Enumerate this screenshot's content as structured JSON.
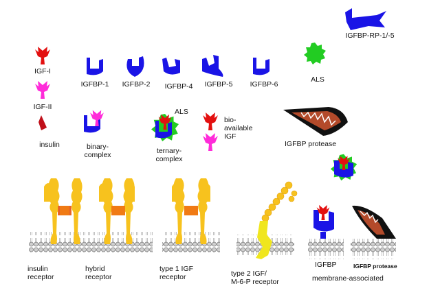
{
  "legend": {
    "igf1": "IGF-I",
    "igf2": "IGF-II",
    "insulin": "insulin",
    "igfbp1": "IGFBP-1",
    "igfbp2": "IGFBP-2",
    "igfbp4": "IGFBP-4",
    "igfbp5": "IGFBP-5",
    "igfbp6": "IGFBP-6",
    "igfbp_rp": "IGFBP-RP-1/-5",
    "als": "ALS",
    "binary": "binary-\ncomplex",
    "ternary_als": "ALS",
    "ternary": "ternary-\ncomplex",
    "bioavailable": "bio-\navailable\nIGF",
    "protease": "IGFBP protease"
  },
  "receptors": {
    "insulin": "insulin\nreceptor",
    "hybrid": "hybrid\nreceptor",
    "type1": "type 1 IGF\nreceptor",
    "type2": "type 2 IGF/\nM-6-P receptor",
    "membrane_igfbp": "IGFBP",
    "membrane_protease": "IGFBP protease",
    "membrane_associated": "membrane-associated"
  },
  "colors": {
    "igf1": "#e31010",
    "igf2": "#ff2bd9",
    "insulin": "#c0101a",
    "igfbp": "#1a14e6",
    "als": "#22cc22",
    "receptor": "#f7c21e",
    "receptor_core": "#f07a14",
    "type2": "#f0e61e",
    "protease": "#111111",
    "protease_mouth": "#b34a2a"
  }
}
